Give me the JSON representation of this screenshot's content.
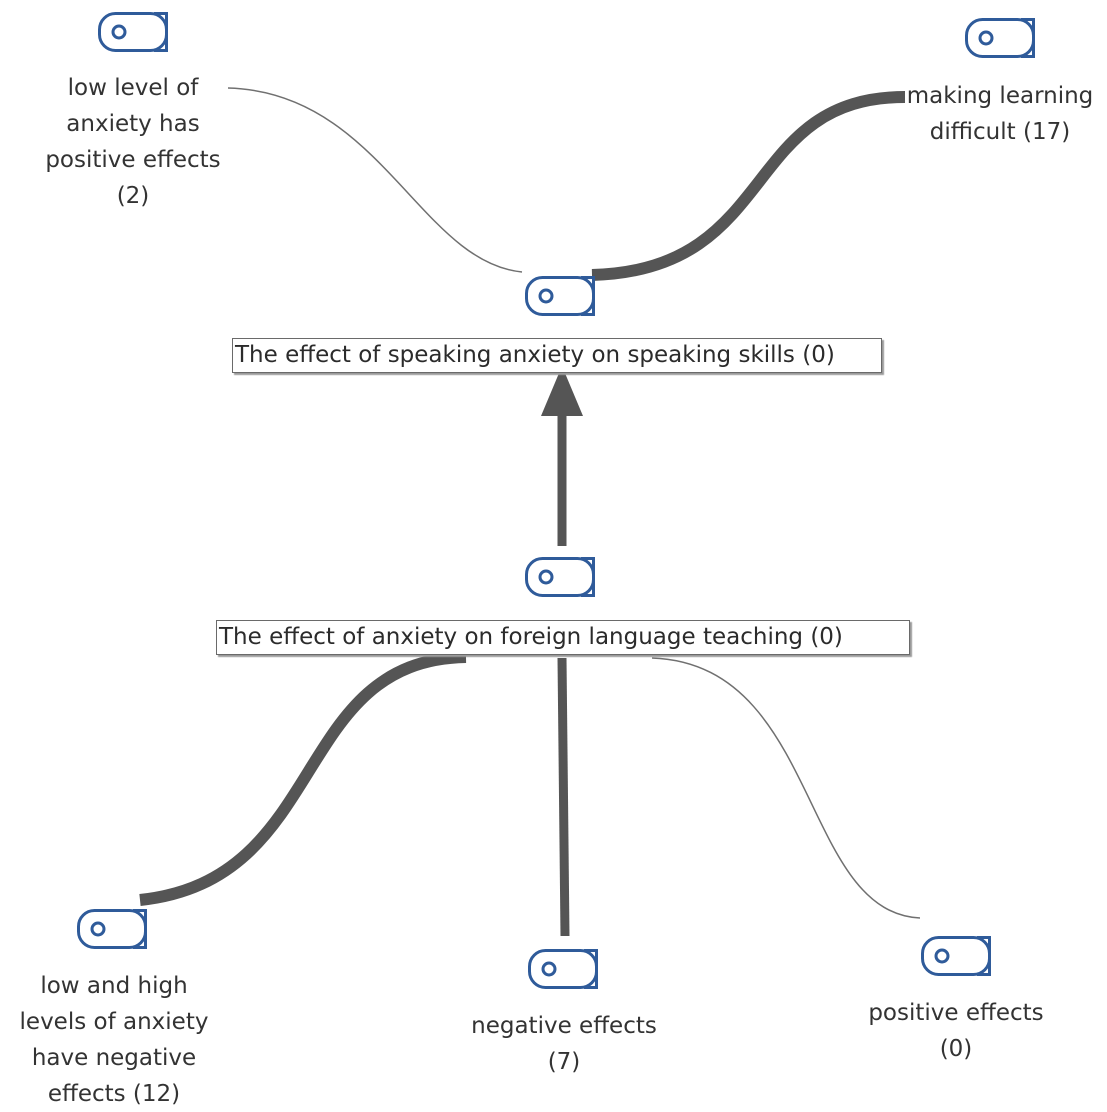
{
  "diagram": {
    "theme": {
      "icon_color": "#2f5b9a",
      "edge_color": "#555555"
    },
    "nodes": {
      "speaking": {
        "label": "The effect of speaking anxiety on speaking skills (0)",
        "icon": "memo-tag-icon"
      },
      "foreign": {
        "label": "The effect of anxiety on foreign language teaching (0)",
        "icon": "memo-tag-icon"
      },
      "low_positive": {
        "lines": [
          "low level of",
          "anxiety has",
          "positive effects",
          "(2)"
        ],
        "icon": "memo-tag-icon"
      },
      "making_difficult": {
        "lines": [
          "making learning",
          "difficult (17)"
        ],
        "icon": "memo-tag-icon"
      },
      "low_high_negative": {
        "lines": [
          "low and high",
          "levels of anxiety",
          "have negative",
          "effects (12)"
        ],
        "icon": "memo-tag-icon"
      },
      "negative": {
        "lines": [
          "negative effects",
          "(7)"
        ],
        "icon": "memo-tag-icon"
      },
      "positive": {
        "lines": [
          "positive effects",
          "(0)"
        ],
        "icon": "memo-tag-icon"
      }
    },
    "links": [
      {
        "from": "low_positive",
        "to": "speaking",
        "weight": 2
      },
      {
        "from": "making_difficult",
        "to": "speaking",
        "weight": 17
      },
      {
        "from": "foreign",
        "to": "speaking",
        "weight": 0,
        "arrow": true
      },
      {
        "from": "low_high_negative",
        "to": "foreign",
        "weight": 12
      },
      {
        "from": "negative",
        "to": "foreign",
        "weight": 7
      },
      {
        "from": "positive",
        "to": "foreign",
        "weight": 0
      }
    ]
  }
}
